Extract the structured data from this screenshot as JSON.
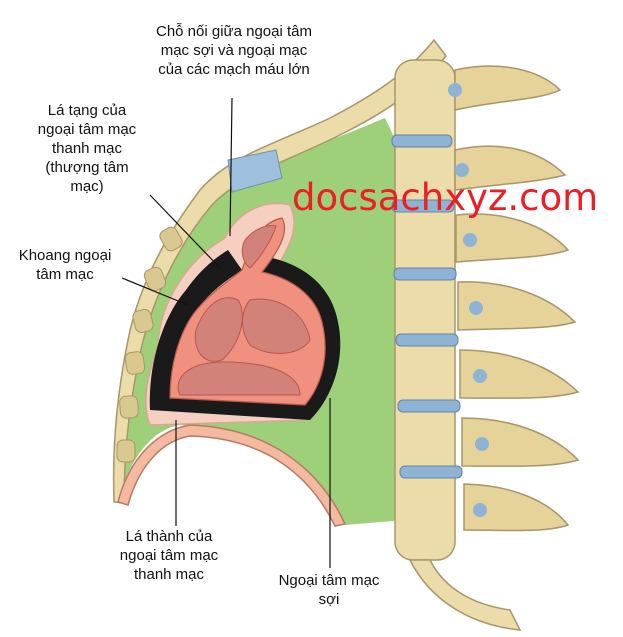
{
  "labels": {
    "junction": "Chỗ nối giữa ngoại tâm\nmạc sợi và ngoại mạc\ncủa các mạch máu lớn",
    "visceral": "Lá tạng của\nngoại tâm mạc\nthanh mạc\n(thượng tâm\nmạc)",
    "cavity": "Khoang ngoại\ntâm mạc",
    "parietal": "Lá thành của\nngoại tâm mạc\nthanh mạc",
    "fibrous": "Ngoại tâm mạc\nsợi"
  },
  "watermark": "docsachxyz.com",
  "colors": {
    "mediastinum": "#9ed07a",
    "fibrous": "#f5d0c0",
    "pericardial_cavity": "#1a1a1a",
    "heart": "#f0907f",
    "chamber": "#d3827a",
    "bone": "#ecdca9",
    "bone_shade": "#c9b77e",
    "disc": "#8fb3d4",
    "diaphragm": "#f3b9a1",
    "watermark": "#ee1c25"
  }
}
